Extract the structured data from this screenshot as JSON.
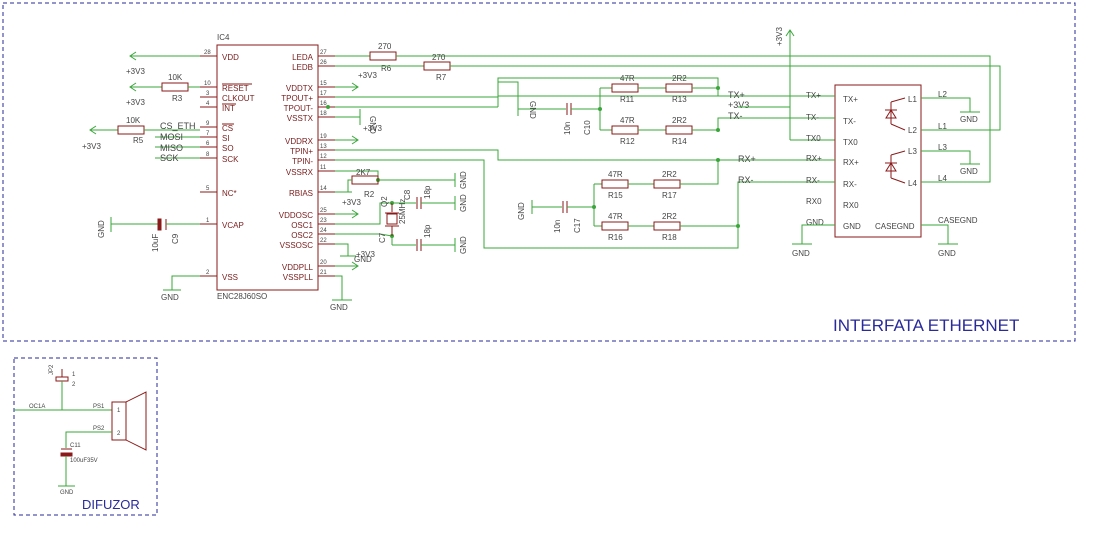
{
  "section_ethernet": {
    "title": "INTERFATA ETHERNET"
  },
  "section_difuzor": {
    "title": "DIFUZOR"
  },
  "ic4": {
    "ref": "IC4",
    "part": "ENC28J60SO",
    "left_pins": [
      {
        "num": "28",
        "name": "VDD"
      },
      {
        "num": "10",
        "name": "RESET"
      },
      {
        "num": "3",
        "name": "CLKOUT"
      },
      {
        "num": "4",
        "name": "INT"
      },
      {
        "num": "9",
        "name": "CS"
      },
      {
        "num": "7",
        "name": "SI"
      },
      {
        "num": "6",
        "name": "SO"
      },
      {
        "num": "8",
        "name": "SCK"
      },
      {
        "num": "5",
        "name": "NC*"
      },
      {
        "num": "1",
        "name": "VCAP"
      },
      {
        "num": "2",
        "name": "VSS"
      }
    ],
    "right_pins": [
      {
        "num": "27",
        "name": "LEDA"
      },
      {
        "num": "26",
        "name": "LEDB"
      },
      {
        "num": "15",
        "name": "VDDTX"
      },
      {
        "num": "17",
        "name": "TPOUT+"
      },
      {
        "num": "16",
        "name": "TPOUT-"
      },
      {
        "num": "18",
        "name": "VSSTX"
      },
      {
        "num": "19",
        "name": "VDDRX"
      },
      {
        "num": "13",
        "name": "TPIN+"
      },
      {
        "num": "12",
        "name": "TPIN-"
      },
      {
        "num": "11",
        "name": "VSSRX"
      },
      {
        "num": "14",
        "name": "RBIAS"
      },
      {
        "num": "25",
        "name": "VDDOSC"
      },
      {
        "num": "23",
        "name": "OSC1"
      },
      {
        "num": "24",
        "name": "OSC2"
      },
      {
        "num": "22",
        "name": "VSSOSC"
      },
      {
        "num": "20",
        "name": "VDDPLL"
      },
      {
        "num": "21",
        "name": "VSSPLL"
      }
    ]
  },
  "nets": {
    "p3v3": "+3V3",
    "gnd": "GND",
    "cs_eth": "CS_ETH",
    "mosi": "MOSI",
    "miso": "MISO",
    "sck": "SCK",
    "oc1a": "OC1A",
    "tx_plus": "TX+",
    "tx_minus": "TX-",
    "rx_plus": "RX+",
    "rx_minus": "RX-"
  },
  "resistors": {
    "r3": {
      "ref": "R3",
      "value": "10K"
    },
    "r5": {
      "ref": "R5",
      "value": "10K"
    },
    "r6": {
      "ref": "R6",
      "value": "270"
    },
    "r7": {
      "ref": "R7",
      "value": "270"
    },
    "r2": {
      "ref": "R2",
      "value": "2K7"
    },
    "r11": {
      "ref": "R11",
      "value": "47R"
    },
    "r13": {
      "ref": "R13",
      "value": "2R2"
    },
    "r12": {
      "ref": "R12",
      "value": "47R"
    },
    "r14": {
      "ref": "R14",
      "value": "2R2"
    },
    "r15": {
      "ref": "R15",
      "value": "47R"
    },
    "r17": {
      "ref": "R17",
      "value": "2R2"
    },
    "r16": {
      "ref": "R16",
      "value": "47R"
    },
    "r18": {
      "ref": "R18",
      "value": "2R2"
    }
  },
  "capacitors": {
    "c9": {
      "ref": "C9",
      "value": "10uF"
    },
    "c10": {
      "ref": "C10",
      "value": "10n"
    },
    "c17": {
      "ref": "C17",
      "value": "10n"
    },
    "c8": {
      "ref": "C8",
      "value": "18p"
    },
    "c7": {
      "ref": "C7",
      "value": "18p"
    },
    "c11": {
      "ref": "C11",
      "value": "100uF35V"
    }
  },
  "crystal": {
    "ref": "Q2",
    "value": "25MHz"
  },
  "magjack": {
    "left_pins": [
      "TX+",
      "TX-",
      "TX0",
      "RX+",
      "RX-",
      "RX0",
      "GND"
    ],
    "right_pins": [
      "L1",
      "L2",
      "L3",
      "L4",
      "CASEGND"
    ],
    "outer_left": [
      "TX+",
      "TX-",
      "TX0",
      "RX+",
      "RX-",
      "RX0",
      "GND"
    ],
    "outer_right": [
      "L2",
      "L1",
      "L3",
      "L4",
      "CASEGND"
    ]
  },
  "jumper": {
    "ref": "JP2",
    "pins": [
      "1",
      "2"
    ]
  },
  "speaker": {
    "pins": [
      "PS1",
      "PS2",
      "1",
      "2"
    ]
  }
}
